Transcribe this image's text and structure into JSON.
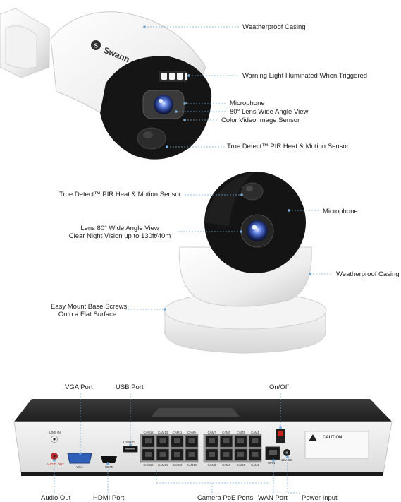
{
  "brand": "Swann",
  "bullet_camera": {
    "labels": {
      "casing": "Weatherproof Casing",
      "warning_light": "Warning Light Illuminated When Triggered",
      "microphone": "Microphone",
      "lens": "80° Lens Wide Angle View",
      "sensor": "Color Video Image Sensor",
      "pir": "True Detect™ PIR Heat & Motion Sensor"
    }
  },
  "dome_camera": {
    "labels": {
      "pir": "True Detect™ PIR Heat & Motion Sensor",
      "microphone": "Microphone",
      "lens_line1": "Lens 80° Wide Angle View",
      "lens_line2": "Clear Night Vision up to 130ft/40m",
      "casing": "Weatherproof Casing",
      "mount_line1": "Easy Mount Base Screws",
      "mount_line2": "Onto a Flat Surface"
    }
  },
  "nvr": {
    "top_labels": {
      "vga": "VGA Port",
      "usb": "USB Port",
      "onoff": "On/Off"
    },
    "bottom_labels": {
      "audio_out": "Audio Out",
      "hdmi": "HDMI Port",
      "poe": "Camera PoE Ports",
      "wan": "WAN Port",
      "power": "Power Input"
    },
    "panel_text": {
      "line_in": "LINE IN",
      "audio_out": "AUDIO OUT",
      "vga": "VGA",
      "hdmi": "HDMI",
      "usb": "USB2.0",
      "wan": "WAN",
      "dc": "12V DC",
      "caution": "CAUTION"
    },
    "cams_top": [
      "CAM15",
      "CAM13",
      "CAM11",
      "CAM9",
      "CAM7",
      "CAM5",
      "CAM3",
      "CAM1"
    ],
    "cams_bottom": [
      "CAM16",
      "CAM14",
      "CAM12",
      "CAM10",
      "CAM8",
      "CAM6",
      "CAM4",
      "CAM2"
    ]
  }
}
